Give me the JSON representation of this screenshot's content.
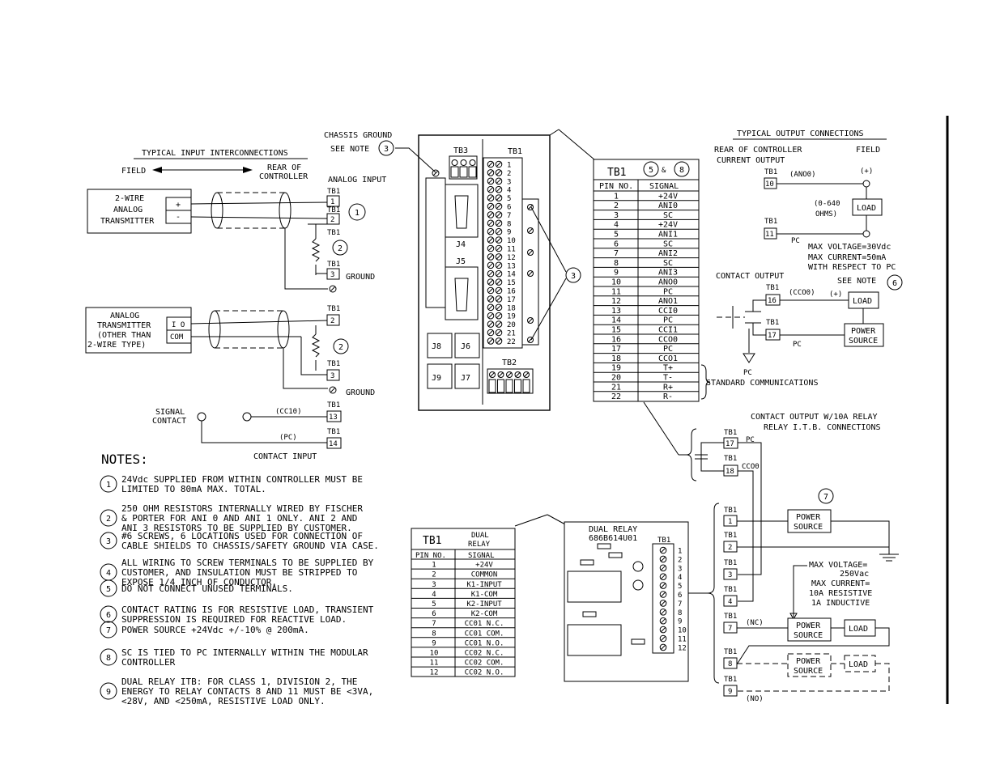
{
  "typical_input": {
    "title": "TYPICAL INPUT INTERCONNECTIONS",
    "field": "FIELD",
    "rear_line1": "REAR OF",
    "rear_line2": "CONTROLLER",
    "analog_input": "ANALOG INPUT",
    "tx1_lines": [
      "2-WIRE",
      "ANALOG",
      "TRANSMITTER"
    ],
    "plus": "+",
    "minus": "-",
    "tx2_lines": [
      "ANALOG",
      "TRANSMITTER",
      "(OTHER THAN",
      "2-WIRE TYPE)"
    ],
    "io": "I O",
    "com": "COM",
    "tb1": "TB1",
    "ground": "GROUND",
    "signal_contact_lines": [
      "SIGNAL",
      "CONTACT"
    ],
    "cc10": "(CC10)",
    "pc": "(PC)",
    "contact_input": "CONTACT INPUT",
    "term": [
      "1",
      "2",
      "3",
      "2",
      "3",
      "13",
      "14"
    ],
    "callout": [
      "1",
      "2",
      "2"
    ]
  },
  "chassis": {
    "title": "CHASSIS GROUND",
    "see_note": "SEE NOTE",
    "note_num": "3",
    "tb3": "TB3",
    "tb1": "TB1",
    "tb2": "TB2",
    "j4": "J4",
    "j5": "J5",
    "j6": "J6",
    "j7": "J7",
    "j8": "J8",
    "j9": "J9",
    "term_numbers": [
      "1",
      "2",
      "3",
      "4",
      "5",
      "6",
      "7",
      "8",
      "9",
      "10",
      "11",
      "12",
      "13",
      "14",
      "15",
      "16",
      "17",
      "18",
      "19",
      "20",
      "21",
      "22"
    ],
    "callout": "3"
  },
  "tb1_table": {
    "title": "TB1",
    "note_a": "5",
    "amp": "&",
    "note_b": "8",
    "col_pin": "PIN NO.",
    "col_signal": "SIGNAL",
    "rows": [
      [
        "1",
        "+24V"
      ],
      [
        "2",
        "ANI0"
      ],
      [
        "3",
        "SC"
      ],
      [
        "4",
        "+24V"
      ],
      [
        "5",
        "ANI1"
      ],
      [
        "6",
        "SC"
      ],
      [
        "7",
        "ANI2"
      ],
      [
        "8",
        "SC"
      ],
      [
        "9",
        "ANI3"
      ],
      [
        "10",
        "ANO0"
      ],
      [
        "11",
        "PC"
      ],
      [
        "12",
        "ANO1"
      ],
      [
        "13",
        "CCI0"
      ],
      [
        "14",
        "PC"
      ],
      [
        "15",
        "CCI1"
      ],
      [
        "16",
        "CCO0"
      ],
      [
        "17",
        "PC"
      ],
      [
        "18",
        "CCO1"
      ],
      [
        "19",
        "T+"
      ],
      [
        "20",
        "T-"
      ],
      [
        "21",
        "R+"
      ],
      [
        "22",
        "R-"
      ]
    ],
    "std_comm": "STANDARD COMMUNICATIONS"
  },
  "typical_output": {
    "title": "TYPICAL OUTPUT CONNECTIONS",
    "rear": "REAR OF CONTROLLER",
    "field": "FIELD",
    "current_output": "CURRENT OUTPUT",
    "tb1": "TB1",
    "ano0": "(ANO0)",
    "plus": "(+)",
    "term10": "10",
    "ohms1": "(0-640",
    "ohms2": "OHMS)",
    "load": "LOAD",
    "term11": "11",
    "pc": "PC",
    "max_v": "MAX VOLTAGE=30Vdc",
    "max_c": "MAX CURRENT=50mA",
    "respect": "WITH RESPECT TO PC",
    "contact_output": "CONTACT OUTPUT",
    "see_note": "SEE NOTE",
    "note_num": "6",
    "cco0": "(CCO0)",
    "term16": "16",
    "term17": "17",
    "power1": "POWER",
    "power2": "SOURCE",
    "pc2": "PC"
  },
  "relay_out": {
    "title1": "CONTACT OUTPUT W/10A RELAY",
    "title2": "RELAY I.T.B. CONNECTIONS",
    "tb1": "TB1",
    "term17": "17",
    "pc": "PC",
    "term18": "18",
    "cco0": "CCO0",
    "note7": "7",
    "power1": "POWER",
    "power2": "SOURCE",
    "term": [
      "1",
      "2",
      "3",
      "4",
      "7",
      "8",
      "9"
    ],
    "max_v": "MAX VOLTAGE=",
    "v250": "250Vac",
    "max_c": "MAX CURRENT=",
    "res": "10A RESISTIVE",
    "ind": "1A INDUCTIVE",
    "nc": "(NC)",
    "no": "(NO)",
    "load": "LOAD"
  },
  "dual_relay_table": {
    "title": "TB1",
    "col_head1": "DUAL",
    "col_head2": "RELAY",
    "col_pin": "PIN NO.",
    "col_signal": "SIGNAL",
    "rows": [
      [
        "1",
        "+24V"
      ],
      [
        "2",
        "COMMON"
      ],
      [
        "3",
        "K1-INPUT"
      ],
      [
        "4",
        "K1-COM"
      ],
      [
        "5",
        "K2-INPUT"
      ],
      [
        "6",
        "K2-COM"
      ],
      [
        "7",
        "CC01 N.C."
      ],
      [
        "8",
        "CC01 COM."
      ],
      [
        "9",
        "CC01 N.O."
      ],
      [
        "10",
        "CC02 N.C."
      ],
      [
        "11",
        "CC02 COM."
      ],
      [
        "12",
        "CC02 N.O."
      ]
    ]
  },
  "dual_relay_board": {
    "title1": "DUAL RELAY",
    "title2": "686B614U01",
    "tb1": "TB1",
    "terms": [
      "1",
      "2",
      "3",
      "4",
      "5",
      "6",
      "7",
      "8",
      "9",
      "10",
      "11",
      "12"
    ]
  },
  "notes": {
    "title": "NOTES:",
    "items": [
      {
        "n": "1",
        "lines": [
          "24Vdc SUPPLIED FROM WITHIN CONTROLLER MUST BE",
          "LIMITED TO 80mA MAX. TOTAL."
        ]
      },
      {
        "n": "2",
        "lines": [
          "250 OHM RESISTORS INTERNALLY WIRED BY FISCHER",
          "& PORTER FOR ANI 0 AND ANI 1 ONLY. ANI 2 AND",
          "ANI 3 RESISTORS TO BE SUPPLIED BY CUSTOMER."
        ]
      },
      {
        "n": "3",
        "lines": [
          "#6 SCREWS, 6 LOCATIONS USED FOR CONNECTION OF",
          "CABLE SHIELDS TO CHASSIS/SAFETY GROUND VIA CASE."
        ]
      },
      {
        "n": "4",
        "lines": [
          "ALL WIRING TO SCREW TERMINALS TO BE SUPPLIED BY",
          "CUSTOMER, AND INSULATION MUST BE STRIPPED TO",
          "EXPOSE 1/4 INCH OF CONDUCTOR."
        ]
      },
      {
        "n": "5",
        "lines": [
          "DO NOT CONNECT UNUSED TERMINALS."
        ]
      },
      {
        "n": "6",
        "lines": [
          "CONTACT RATING IS FOR RESISTIVE LOAD, TRANSIENT",
          "SUPPRESSION IS REQUIRED FOR REACTIVE LOAD."
        ]
      },
      {
        "n": "7",
        "lines": [
          "POWER SOURCE +24Vdc +/-10% @ 200mA."
        ]
      },
      {
        "n": "8",
        "lines": [
          "SC IS TIED TO PC INTERNALLY WITHIN THE MODULAR",
          "CONTROLLER"
        ]
      },
      {
        "n": "9",
        "lines": [
          "DUAL RELAY ITB: FOR CLASS 1, DIVISION 2, THE",
          "ENERGY TO RELAY CONTACTS 8 AND 11 MUST BE <3VA,",
          "<28V, AND <250mA, RESISTIVE LOAD ONLY."
        ]
      }
    ]
  }
}
